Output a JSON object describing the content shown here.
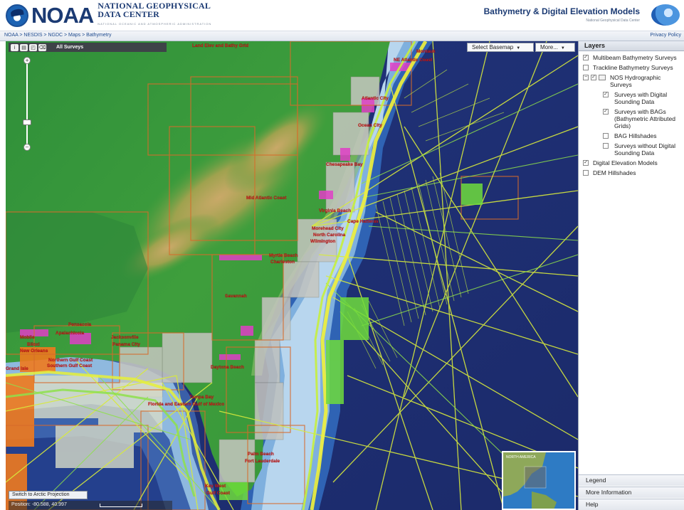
{
  "header": {
    "logo_text": "NOAA",
    "org_line1": "NATIONAL GEOPHYSICAL",
    "org_line2": "DATA CENTER",
    "org_line3": "NATIONAL OCEANIC AND ATMOSPHERIC ADMINISTRATION",
    "app_title": "Bathymetry & Digital Elevation Models",
    "app_subtitle": "National Geophysical Data Center"
  },
  "breadcrumb": "NOAA > NESDIS > NGDC > Maps > Bathymetry",
  "privacy_link": "Privacy Policy",
  "map": {
    "toolbar_label": "All Surveys",
    "basemap_button": "Select Basemap",
    "more_button": "More...",
    "switch_projection": "Switch to Arctic Projection",
    "position": "Position: -80.588, 40.997",
    "labels": [
      "Land Elev and Bathy Grid",
      "Montauk",
      "NE Atlantic Coast",
      "Atlantic City",
      "Ocean City",
      "Chesapeake Bay",
      "Mid Atlantic Coast",
      "Virginia Beach",
      "Cape Hatteras",
      "Morehead City",
      "North Carolina",
      "Wilmington",
      "Myrtle Beach",
      "Charleston",
      "Savannah",
      "Jacksonville",
      "Daytona Beach",
      "Tampa Bay",
      "Florida and Eastern Gulf of Mexico",
      "Palm Beach",
      "Fort Lauderdale",
      "Key West",
      "Gulf Coast",
      "Panama City",
      "Apalachicola",
      "Pensacola",
      "Mobile",
      "Biloxi",
      "New Orleans",
      "Grand Isle",
      "Northern Gulf Coast",
      "Southern Gulf Coast"
    ],
    "overview_label": "NORTH AMERICA"
  },
  "panel": {
    "title": "Layers",
    "layers": {
      "multibeam": "Multibeam Bathymetry Surveys",
      "trackline": "Trackline Bathymetry Surveys",
      "nos": "NOS Hydrographic Surveys",
      "digital_sounding": "Surveys with Digital Sounding Data",
      "bags": "Surveys with BAGs (Bathymetric Attributed Grids)",
      "bag_hillshades": "BAG Hillshades",
      "without_digital": "Surveys without Digital Sounding Data",
      "dem": "Digital Elevation Models",
      "dem_hillshades": "DEM Hillshades"
    },
    "checked": {
      "multibeam": true,
      "trackline": false,
      "nos": true,
      "digital_sounding": true,
      "bags": true,
      "bag_hillshades": false,
      "without_digital": false,
      "dem": true,
      "dem_hillshades": false
    },
    "accordion": {
      "legend": "Legend",
      "more_info": "More Information",
      "help": "Help"
    }
  },
  "colors": {
    "land": "#3f9b39",
    "ocean_deep": "#1d2f78",
    "ocean_shelf": "#9ec7e6",
    "survey_yellow": "#e6f03a",
    "survey_green": "#8ee04b",
    "dem_outline": "#d86b2a",
    "label_red": "#e02020"
  }
}
